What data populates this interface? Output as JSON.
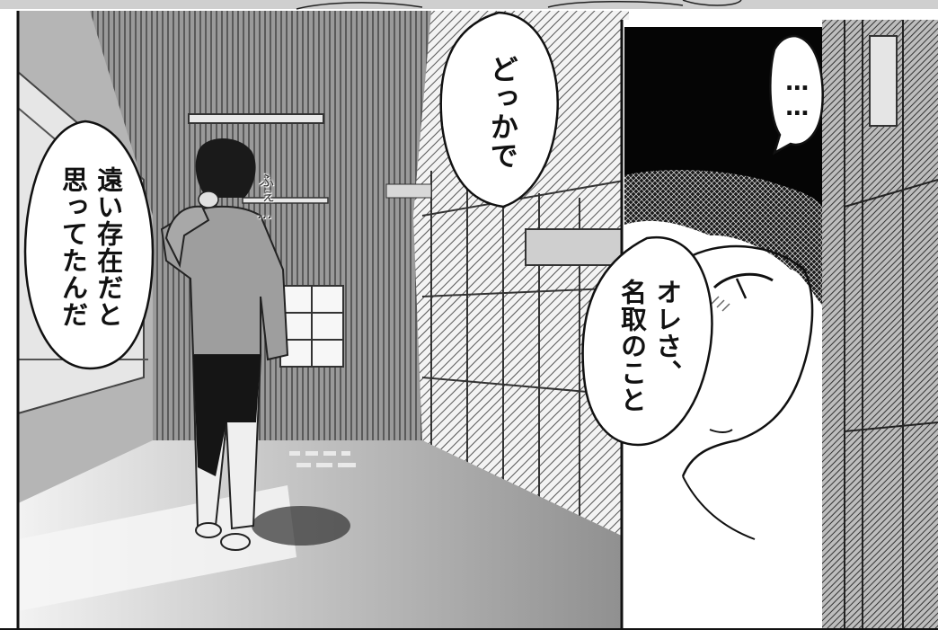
{
  "panels": {
    "left": {
      "bubble_top": "どっかで",
      "bubble_left": [
        "遠い存在だと",
        "思ってたんだ"
      ],
      "sfx": "ふぇ…"
    },
    "right": {
      "bubble_top": "……",
      "bubble_main": [
        "オレさ、",
        "名取のこと"
      ]
    }
  }
}
